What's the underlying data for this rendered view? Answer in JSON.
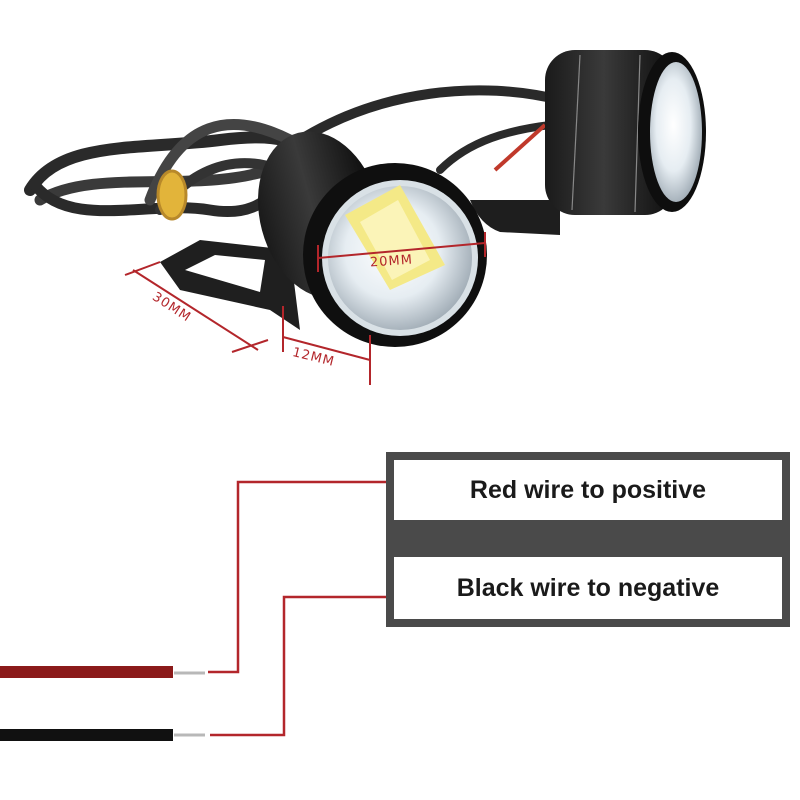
{
  "photo": {
    "subject": "Two black cylindrical LED eagle-eye lights with mounting brackets and cables",
    "dimensions": {
      "lens_diameter": "20MM",
      "bracket_length": "30MM",
      "bracket_width": "12MM"
    }
  },
  "wiring": {
    "positive_label": "Red wire to positive",
    "negative_label": "Black wire to negative",
    "colors": {
      "red_wire": "#8b1a1a",
      "black_wire": "#111111",
      "lead_line": "#b3262b",
      "box_frame": "#4a4a4a"
    }
  }
}
